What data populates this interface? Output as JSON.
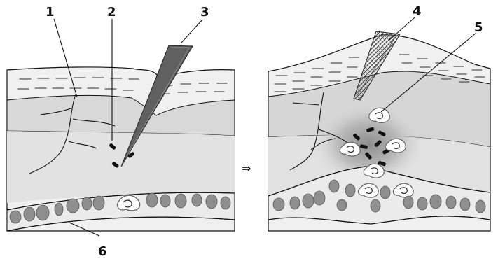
{
  "diagram": {
    "callouts": [
      "1",
      "2",
      "3",
      "4",
      "5",
      "6"
    ],
    "transition_symbol": "⇒"
  },
  "colors": {
    "background": "#ffffff",
    "outline": "#111111",
    "dermis": "#d7d7d7",
    "skin_top": "#f0f0f0",
    "vessel": "#ebebeb",
    "blood_cell": "#8f8f8f",
    "inflammation": "#9a9a9a",
    "splinter": "#606060",
    "bacteria": "#111111"
  }
}
